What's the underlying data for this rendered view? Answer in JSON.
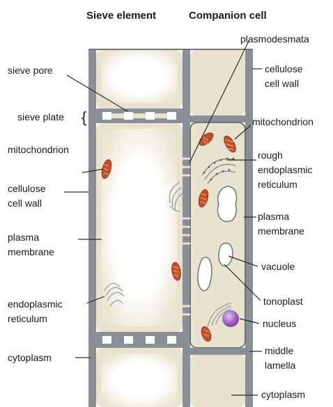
{
  "headers": {
    "sieve_element": "Sieve element",
    "companion_cell": "Companion cell"
  },
  "labels_left": {
    "sieve_pore": "sieve pore",
    "sieve_plate": "sieve plate",
    "brace": "{",
    "mitochondrion": "mitochondrion",
    "cellulose_1": "cellulose",
    "cellulose_2": "cell wall",
    "plasma_1": "plasma",
    "plasma_2": "membrane",
    "er_1": "endoplasmic",
    "er_2": "reticulum",
    "cytoplasm": "cytoplasm"
  },
  "labels_right": {
    "plasmodesmata": "plasmodesmata",
    "cellulose_1": "cellulose",
    "cellulose_2": "cell wall",
    "mitochondrion": "mitochondrion",
    "rough_1": "rough",
    "rough_2": "endoplasmic",
    "rough_3": "reticulum",
    "plasma_1": "plasma",
    "plasma_2": "membrane",
    "vacuole": "vacuole",
    "tonoplast": "tonoplast",
    "nucleus": "nucleus",
    "middle_1": "middle",
    "middle_2": "lamella",
    "cytoplasm": "cytoplasm"
  },
  "colors": {
    "wall": "#8a8f96",
    "wall_dark": "#6f747b",
    "cytoplasm": "#e8e2cf",
    "lumen": "#ffffff",
    "mitochondrion": "#c0502e",
    "nucleus": "#a45fc4",
    "text": "#1a1a1a"
  }
}
